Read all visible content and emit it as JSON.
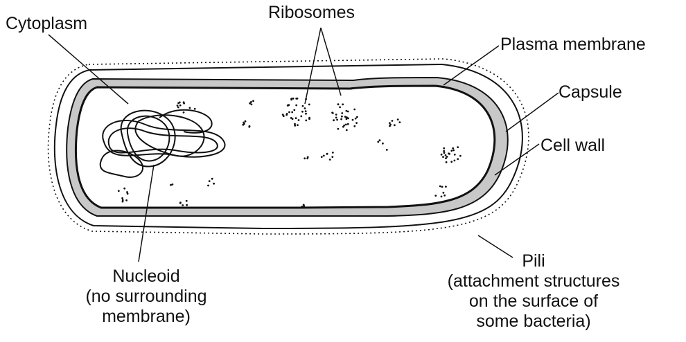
{
  "labels": {
    "cytoplasm": "Cytoplasm",
    "ribosomes": "Ribosomes",
    "plasma_membrane": "Plasma membrane",
    "capsule": "Capsule",
    "cell_wall": "Cell wall",
    "nucleoid": [
      "Nucleoid",
      "(no surrounding",
      "membrane)"
    ],
    "pili": [
      "Pili",
      "(attachment structures",
      "on the surface of",
      "some bacteria)"
    ]
  },
  "colors": {
    "ink": "#111111",
    "cell_wall_fill": "#c8c8c8",
    "background": "#ffffff"
  }
}
